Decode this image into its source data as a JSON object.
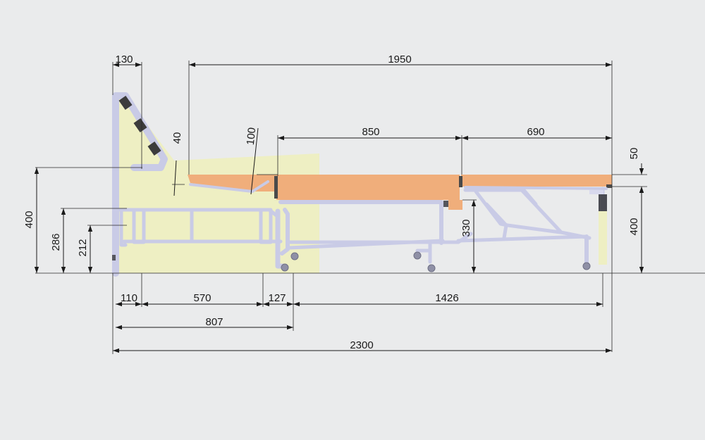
{
  "colors": {
    "background": "#eaebec",
    "seat_area": "#eeefc3",
    "mattress": "#f0ae7b",
    "frame": "#c9cbe6",
    "dimension_line": "#1a1a1a",
    "wheel": "#8f90a6",
    "joint": "#3c3c3c"
  },
  "dimensions": {
    "armrest_width": "130",
    "bed_length": "1950",
    "head_section": "850",
    "foot_section": "690",
    "small_gap": "40",
    "wedge": "100",
    "mattress_thickness": "50",
    "bed_height": "400",
    "frame_height": "330",
    "backrest_height_partial": "400",
    "seat_height": "286",
    "base_height": "212",
    "side_offset": "110",
    "seat_depth": "570",
    "rail_depth": "127",
    "extension": "1426",
    "folded_depth": "807",
    "total_length": "2300"
  }
}
